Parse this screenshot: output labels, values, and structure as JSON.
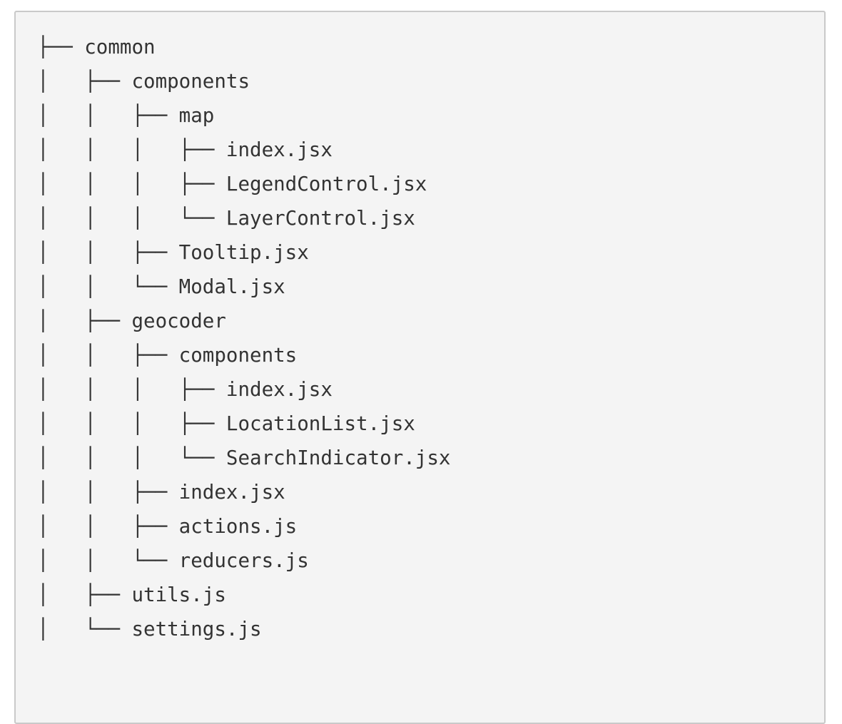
{
  "colors": {
    "page_background": "#ffffff",
    "panel_background": "#f4f4f4",
    "panel_border": "#c9c9c9",
    "text": "#333333"
  },
  "file_tree": {
    "lines": [
      "├── common",
      "│   ├── components",
      "│   │   ├── map",
      "│   │   │   ├── index.jsx",
      "│   │   │   ├── LegendControl.jsx",
      "│   │   │   └── LayerControl.jsx",
      "│   │   ├── Tooltip.jsx",
      "│   │   └── Modal.jsx",
      "│   ├── geocoder",
      "│   │   ├── components",
      "│   │   │   ├── index.jsx",
      "│   │   │   ├── LocationList.jsx",
      "│   │   │   └── SearchIndicator.jsx",
      "│   │   ├── index.jsx",
      "│   │   ├── actions.js",
      "│   │   └── reducers.js",
      "│   ├── utils.js",
      "│   └── settings.js"
    ]
  }
}
